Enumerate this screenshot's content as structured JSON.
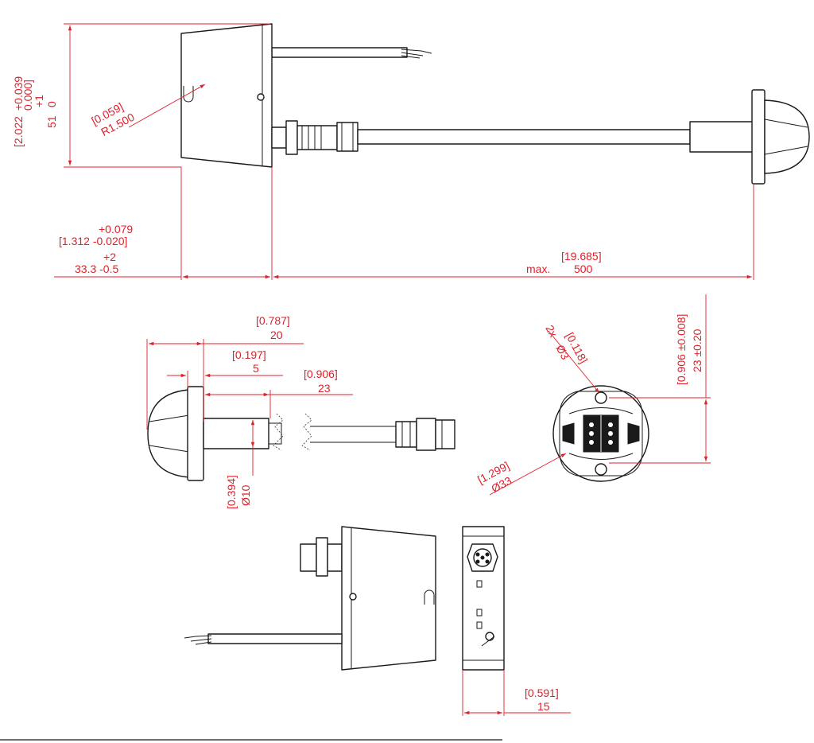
{
  "colors": {
    "dimension": "#e0202a",
    "outline": "#1a1a1a",
    "background": "#ffffff"
  },
  "top_view": {
    "height": {
      "inch": "[2.022",
      "inch_tol_plus": "+0.039",
      "inch_tol_minus": "0.000]",
      "tol_plus": "+1",
      "mm": "51",
      "tol_minus": "0"
    },
    "slot": {
      "inch": "[0.059]",
      "mm": "R1.500"
    },
    "width": {
      "tol_plus_in": "+0.079",
      "inch_line": "[1.312 -0.020]",
      "tol_plus": "+2",
      "mm_line": "33.3 -0.5"
    },
    "length": {
      "inch": "[19.685]",
      "prefix": "max.",
      "mm": "500"
    }
  },
  "side_view": {
    "overall": {
      "inch": "[0.787]",
      "mm": "20"
    },
    "flange": {
      "inch": "[0.197]",
      "mm": "5"
    },
    "stem": {
      "inch": "[0.906]",
      "mm": "23"
    },
    "diameter": {
      "inch": "[0.394]",
      "mm": "Ø10"
    }
  },
  "front_view": {
    "holes": {
      "count": "2x",
      "inch": "[0.118]",
      "mm": "Ø3"
    },
    "spacing": {
      "inch": "[0.906 ±0.008]",
      "mm": "23 ±0.20"
    },
    "outer": {
      "inch": "[1.299]",
      "mm": "Ø33"
    }
  },
  "housing_view": {
    "depth": {
      "inch": "[0.591]",
      "mm": "15"
    }
  }
}
